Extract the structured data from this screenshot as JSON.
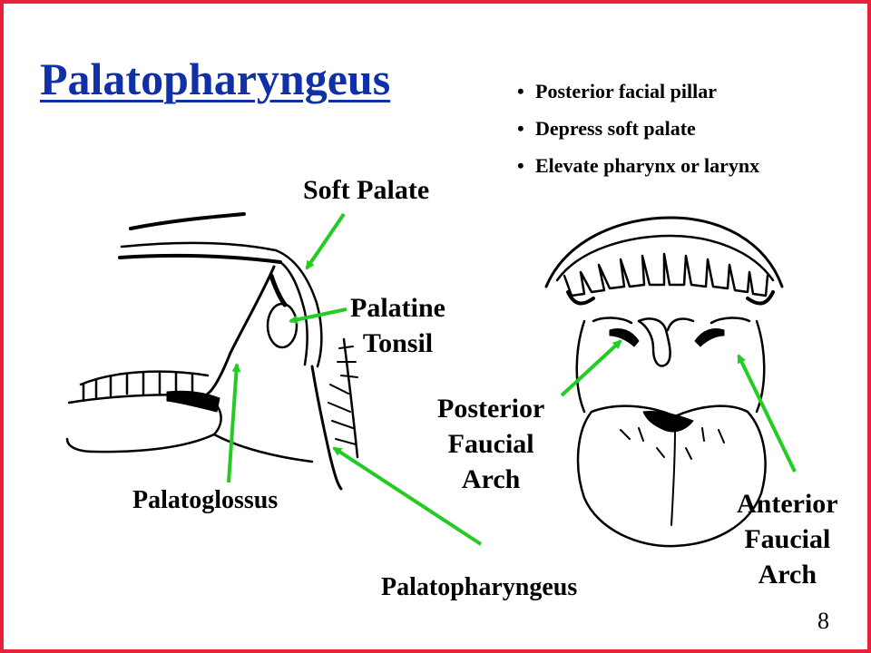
{
  "slide": {
    "title": "Palatopharyngeus",
    "bullets": [
      "Posterior facial pillar",
      "Depress soft palate",
      "Elevate pharynx or larynx"
    ],
    "bullet_marker": "•",
    "labels": {
      "soft_palate": "Soft Palate",
      "palatine_tonsil_1": "Palatine",
      "palatine_tonsil_2": "Tonsil",
      "posterior_arch_1": "Posterior",
      "posterior_arch_2": "Faucial",
      "posterior_arch_3": "Arch",
      "palatoglossus": "Palatoglossus",
      "palatopharyngeus": "Palatopharyngeus",
      "anterior_arch_1": "Anterior",
      "anterior_arch_2": "Faucial",
      "anterior_arch_3": "Arch"
    },
    "page_number": "8",
    "colors": {
      "border": "#e8213a",
      "title": "#1030a8",
      "arrow": "#22cc22"
    }
  }
}
